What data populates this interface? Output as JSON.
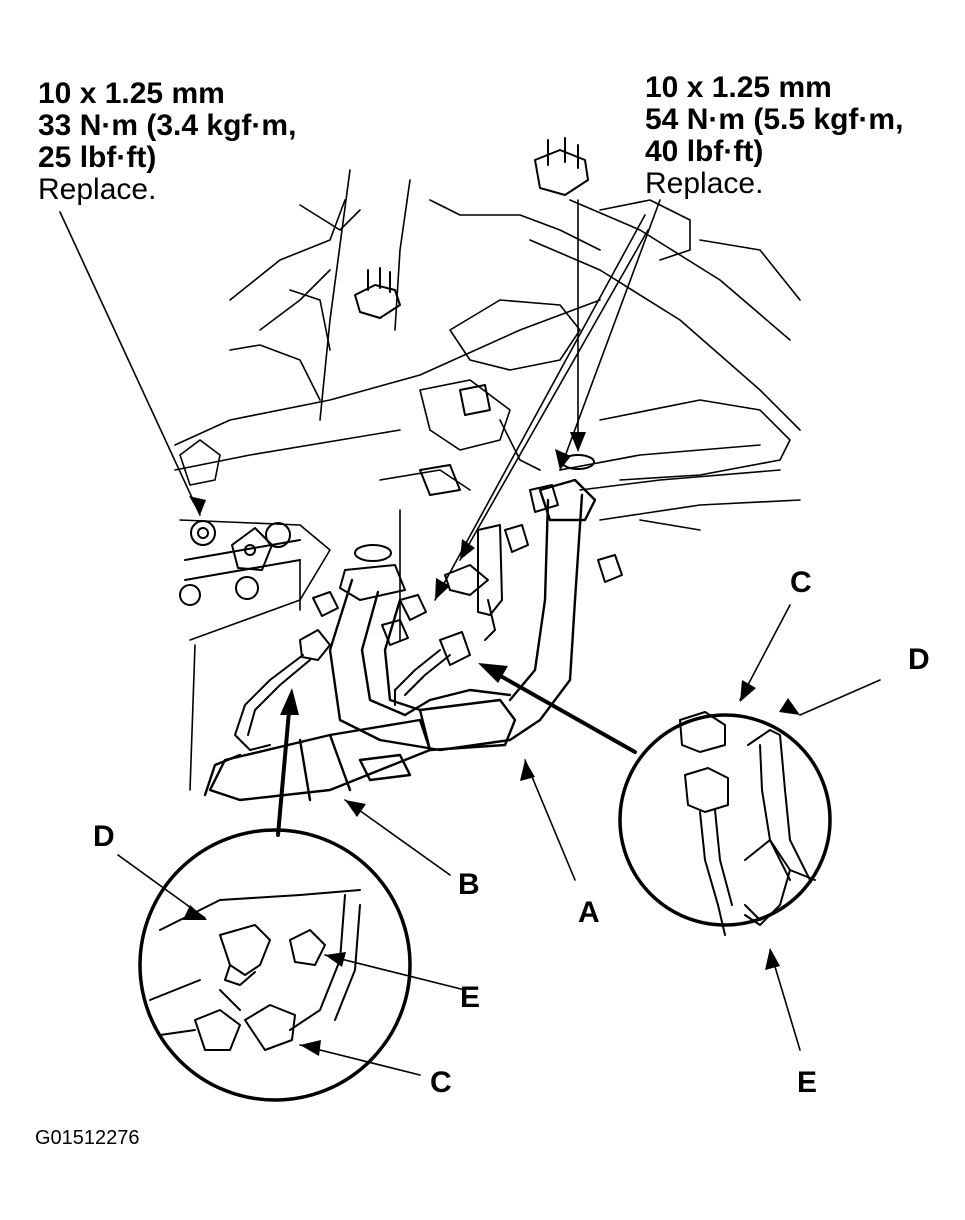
{
  "spec_left": {
    "size": "10 x 1.25 mm",
    "torque": "33 N·m (3.4 kgf·m,",
    "torque_cont": "25 lbf·ft)",
    "note": "Replace."
  },
  "spec_right": {
    "size": "10 x 1.25 mm",
    "torque": "54 N·m (5.5 kgf·m,",
    "torque_cont": "40 lbf·ft)",
    "note": "Replace."
  },
  "callouts": {
    "a": "A",
    "b": "B",
    "c_right": "C",
    "d_right": "D",
    "e_right": "E",
    "d_left": "D",
    "e_left": "E",
    "c_left": "C"
  },
  "figure_id": "G01512276"
}
